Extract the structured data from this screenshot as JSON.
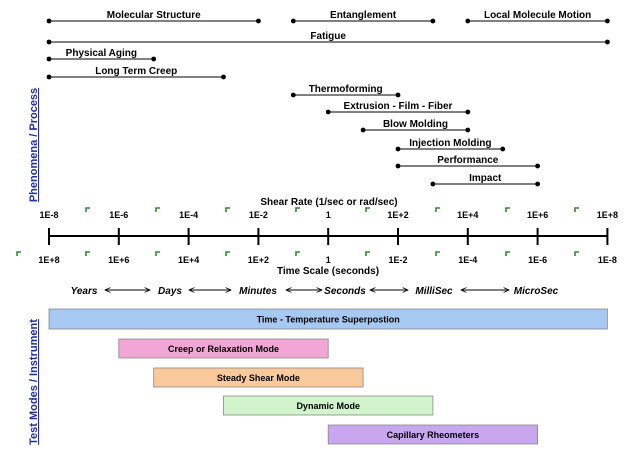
{
  "side_labels": {
    "top": "Phenomena / Process",
    "bottom": "Test Modes / Instrument"
  },
  "phenomena": [
    {
      "label": "Molecular Structure",
      "from": 0,
      "to": 3
    },
    {
      "label": "Entanglement",
      "from": 3.5,
      "to": 5.5
    },
    {
      "label": "Local Molecule Motion",
      "from": 6,
      "to": 8
    },
    {
      "label": "Fatigue",
      "from": 0,
      "to": 8
    },
    {
      "label": "Physical Aging",
      "from": 0,
      "to": 1.5
    },
    {
      "label": "Long Term Creep",
      "from": 0,
      "to": 2.5
    },
    {
      "label": "Thermoforming",
      "from": 3.5,
      "to": 5
    },
    {
      "label": "Extrusion - Film - Fiber",
      "from": 4,
      "to": 6
    },
    {
      "label": "Blow Molding",
      "from": 4.5,
      "to": 6
    },
    {
      "label": "Injection Molding",
      "from": 5,
      "to": 6.5
    },
    {
      "label": "Performance",
      "from": 5,
      "to": 7
    },
    {
      "label": "Impact",
      "from": 5.5,
      "to": 7
    }
  ],
  "shear_axis": {
    "title": "Shear Rate (1/sec or rad/sec)",
    "ticks": [
      "1E-8",
      "1E-6",
      "1E-4",
      "1E-2",
      "1",
      "1E+2",
      "1E+4",
      "1E+6",
      "1E+8"
    ]
  },
  "time_axis": {
    "title": "Time Scale (seconds)",
    "ticks": [
      "1E+8",
      "1E+6",
      "1E+4",
      "1E+2",
      "1",
      "1E-2",
      "1E-4",
      "1E-6",
      "1E-8"
    ]
  },
  "time_units": [
    "Years",
    "Days",
    "Minutes",
    "Seconds",
    "MilliSec",
    "MicroSec"
  ],
  "modes": [
    {
      "label": "Time - Temperature Superpostion",
      "from": 0,
      "to": 8,
      "color": "#a6c9f2"
    },
    {
      "label": "Creep or Relaxation Mode",
      "from": 1,
      "to": 4,
      "color": "#f2a6d6"
    },
    {
      "label": "Steady Shear Mode",
      "from": 1.5,
      "to": 4.5,
      "color": "#f9c99b"
    },
    {
      "label": "Dynamic Mode",
      "from": 2.5,
      "to": 5.5,
      "color": "#d2f4cc"
    },
    {
      "label": "Capillary Rheometers",
      "from": 4,
      "to": 7,
      "color": "#c9a6f0"
    }
  ],
  "colors": {
    "line": "#000000",
    "side_text": "#1f2fa6",
    "tick_marker": "#2e8b2e",
    "bar_border": "#888888"
  }
}
